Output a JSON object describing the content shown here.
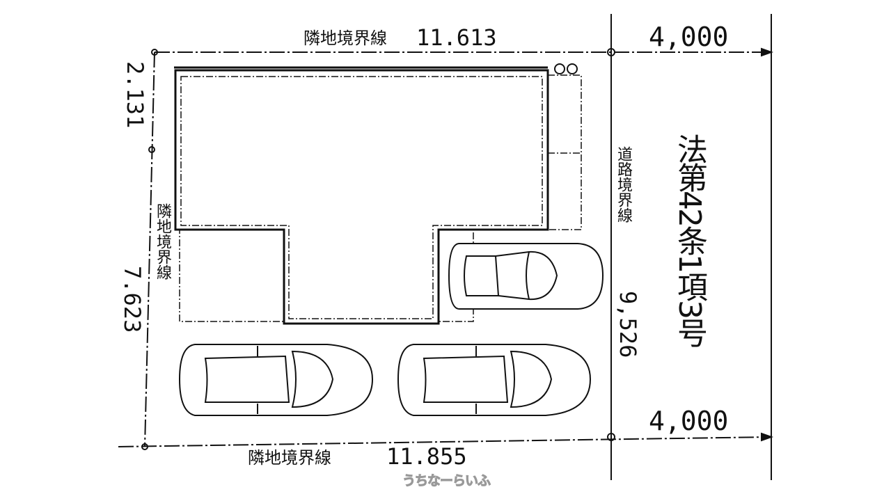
{
  "top_boundary": {
    "label": "隣地境界線",
    "length": "11.613"
  },
  "bottom_boundary": {
    "label": "隣地境界線",
    "length": "11.855"
  },
  "left_boundary": {
    "upper_length": "2.131",
    "label": "隣地境界線",
    "lower_length": "7.623"
  },
  "road_boundary": {
    "label": "道路境界線",
    "length": "9,526"
  },
  "road": {
    "width_top": "4,000",
    "width_bottom": "4,000",
    "classification": "法第42条1項3号"
  },
  "watermark": "うちなーらいふ"
}
